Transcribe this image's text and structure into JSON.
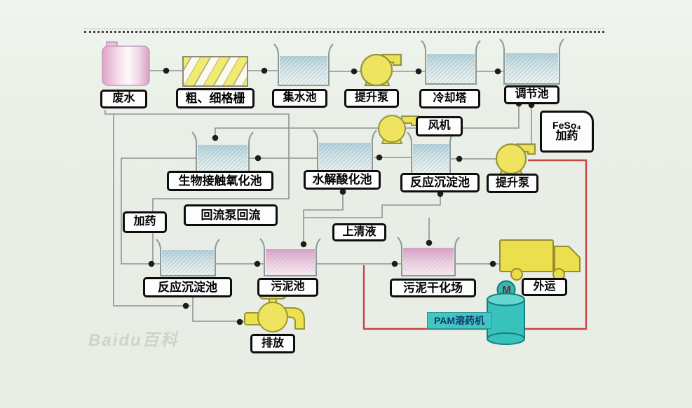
{
  "watermark": "Baidu百科",
  "colors": {
    "background": "#e9efe7",
    "flow_line": "#8e9494",
    "dosing_line_red": "#c74545",
    "equipment_yellow": "#ece24f",
    "machine_teal": "#3cc4bf",
    "tank_water_blue": "#c6dde3",
    "tank_sludge_pink": "#dcaccb",
    "label_border": "#0d0d0d"
  },
  "labels": {
    "wastewater": "废水",
    "bar_screen": "粗、细格栅",
    "collecting_tank": "集水池",
    "lift_pump_1": "提升泵",
    "cooling_tower": "冷却塔",
    "regulating_tank": "调节池",
    "fan": "风机",
    "feso4_line1": "FeSo₄",
    "feso4_line2": "加药",
    "bio_contact_tank": "生物接触氧化池",
    "hydrolysis_tank": "水解酸化池",
    "reaction_sed_tank_2": "反应沉淀池",
    "lift_pump_2": "提升泵",
    "dosing": "加药",
    "reflux_pump": "回流泵回流",
    "supernatant": "上清液",
    "reaction_sed_tank_1": "反应沉淀池",
    "sludge_tank": "污泥池",
    "sludge_drying_field": "污泥干化场",
    "outward_transport": "外运",
    "discharge": "排放",
    "pam_machine": "PAM溶药机",
    "motor": "M"
  }
}
